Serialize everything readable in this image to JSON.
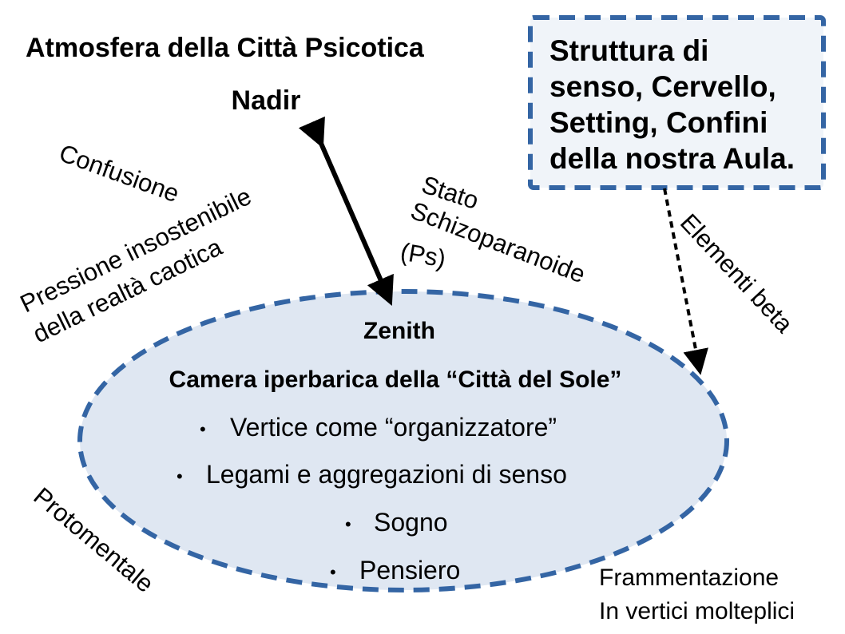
{
  "title": "Atmosfera della Città Psicotica",
  "nadir": "Nadir",
  "zenith": "Zenith",
  "left_labels": {
    "confusione": "Confusione",
    "pressione_line1": "Pressione insostenibile",
    "pressione_line2": "della realtà caotica",
    "protomentale": "Protomentale"
  },
  "state_label": {
    "line1": "Stato",
    "line2": "Schizoparanoide",
    "line3": "(Ps)"
  },
  "box": {
    "lines": [
      "Struttura di",
      "senso, Cervello,",
      "Setting, Confini",
      "della nostra Aula."
    ]
  },
  "elementi_beta": "Elementi beta",
  "ellipse": {
    "heading": "Camera iperbarica della “Città del Sole”",
    "bullets": [
      "Vertice come “organizzatore”",
      "Legami e aggregazioni di senso",
      "Sogno",
      "Pensiero"
    ],
    "bullet_glyph": "•"
  },
  "fragment": {
    "line1": "Frammentazione",
    "line2": "In vertici molteplici"
  },
  "colors": {
    "accent": "#3465a4",
    "ellipse_fill": "#dfe7f2",
    "box_fill": "#f0f4f9"
  }
}
